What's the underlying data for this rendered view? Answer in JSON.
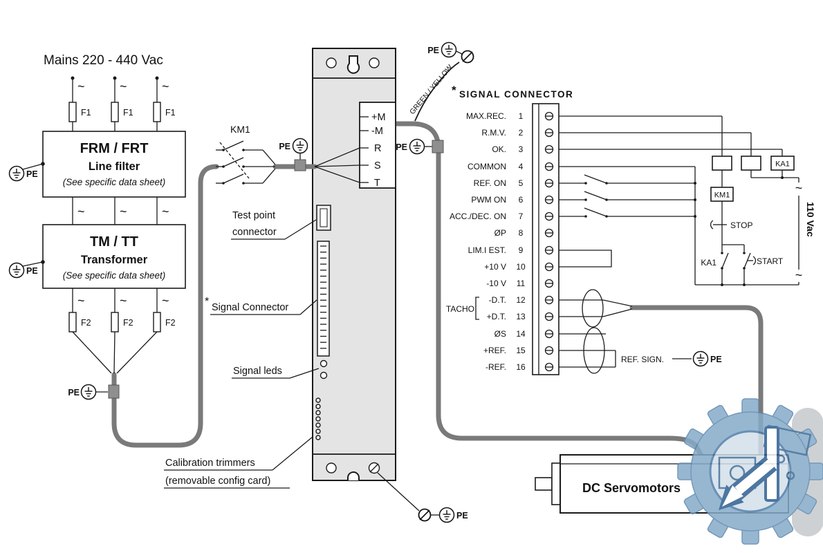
{
  "mains": {
    "title": "Mains 220 - 440 Vac"
  },
  "labels": {
    "f1": "F1",
    "f2": "F2",
    "pe": "PE",
    "km1": "KM1",
    "tilde": "~"
  },
  "filter": {
    "title": "FRM / FRT",
    "subtitle": "Line filter",
    "note": "(See specific data sheet)"
  },
  "transformer": {
    "title": "TM / TT",
    "subtitle": "Transformer",
    "note": "(See specific data sheet)"
  },
  "drive": {
    "terminals": [
      "+M",
      "-M",
      "R",
      "S",
      "T"
    ]
  },
  "callouts": {
    "test_point_1": "Test point",
    "test_point_2": "connector",
    "star": "*",
    "signal_connector": "Signal Connector",
    "signal_leds": "Signal leds",
    "calibration_1": "Calibration trimmers",
    "calibration_2": "(removable config card)"
  },
  "wire": {
    "green_yellow": "GREEN / YELLOW"
  },
  "signal": {
    "star": "*",
    "title": "SIGNAL CONNECTOR",
    "tacho": "TACHO",
    "ref_sign": "REF. SIGN.",
    "rows": [
      {
        "label": "MAX.REC.",
        "num": "1"
      },
      {
        "label": "R.M.V.",
        "num": "2"
      },
      {
        "label": "OK.",
        "num": "3"
      },
      {
        "label": "COMMON",
        "num": "4"
      },
      {
        "label": "REF. ON",
        "num": "5"
      },
      {
        "label": "PWM ON",
        "num": "6"
      },
      {
        "label": "ACC./DEC. ON",
        "num": "7"
      },
      {
        "label": "ØP",
        "num": "8"
      },
      {
        "label": "LIM.I EST.",
        "num": "9"
      },
      {
        "label": "+10 V",
        "num": "10"
      },
      {
        "label": "-10 V",
        "num": "11"
      },
      {
        "label": "-D.T.",
        "num": "12"
      },
      {
        "label": "+D.T.",
        "num": "13"
      },
      {
        "label": "ØS",
        "num": "14"
      },
      {
        "label": "+REF.",
        "num": "15"
      },
      {
        "label": "-REF.",
        "num": "16"
      }
    ]
  },
  "control": {
    "ka1_box": "KA1",
    "km1_box": "KM1",
    "stop": "STOP",
    "start": "START",
    "ka1_contact": "KA1",
    "supply": "110 Vac"
  },
  "motor": {
    "label": "DC Servomotors"
  }
}
